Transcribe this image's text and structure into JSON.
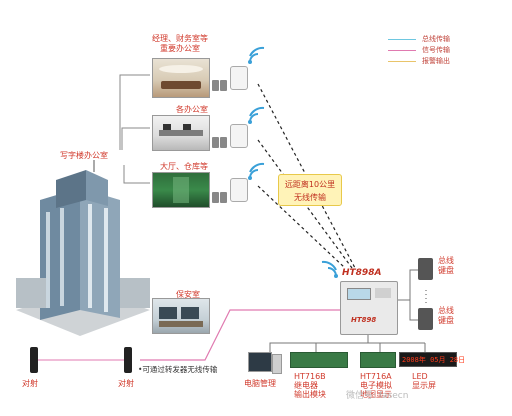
{
  "legend": [
    {
      "label": "总线传输",
      "color": "#6ec7e0"
    },
    {
      "label": "信号传输",
      "color": "#e07ab0"
    },
    {
      "label": "报警输出",
      "color": "#e9c46a"
    }
  ],
  "rooms": {
    "manager_office": "经理、财务室等\n重要办公室",
    "offices": "各办公室",
    "hall_warehouse": "大厅、仓库等",
    "security_room": "保安室"
  },
  "building_label": "写字楼办公室",
  "wireless_box": {
    "line1": "远距离10公里",
    "line2": "无线传输"
  },
  "host": {
    "model": "HT898A",
    "brand": "HT898"
  },
  "keypads": [
    "总线\n键盘",
    "总线\n键盘"
  ],
  "modules": [
    {
      "label": "电脑管理"
    },
    {
      "label": "HT716B\n继电器\n输出模块"
    },
    {
      "label": "HT716A\n电子模拟\n地图显示"
    },
    {
      "label": "LED\n显示屏"
    }
  ],
  "led_text": "2008年 05月 28日",
  "beam_label": "对射",
  "beam_label_2": "对射",
  "transmit_note": "•可通过转发器无线传输",
  "watermark": "微信号: fasecn"
}
